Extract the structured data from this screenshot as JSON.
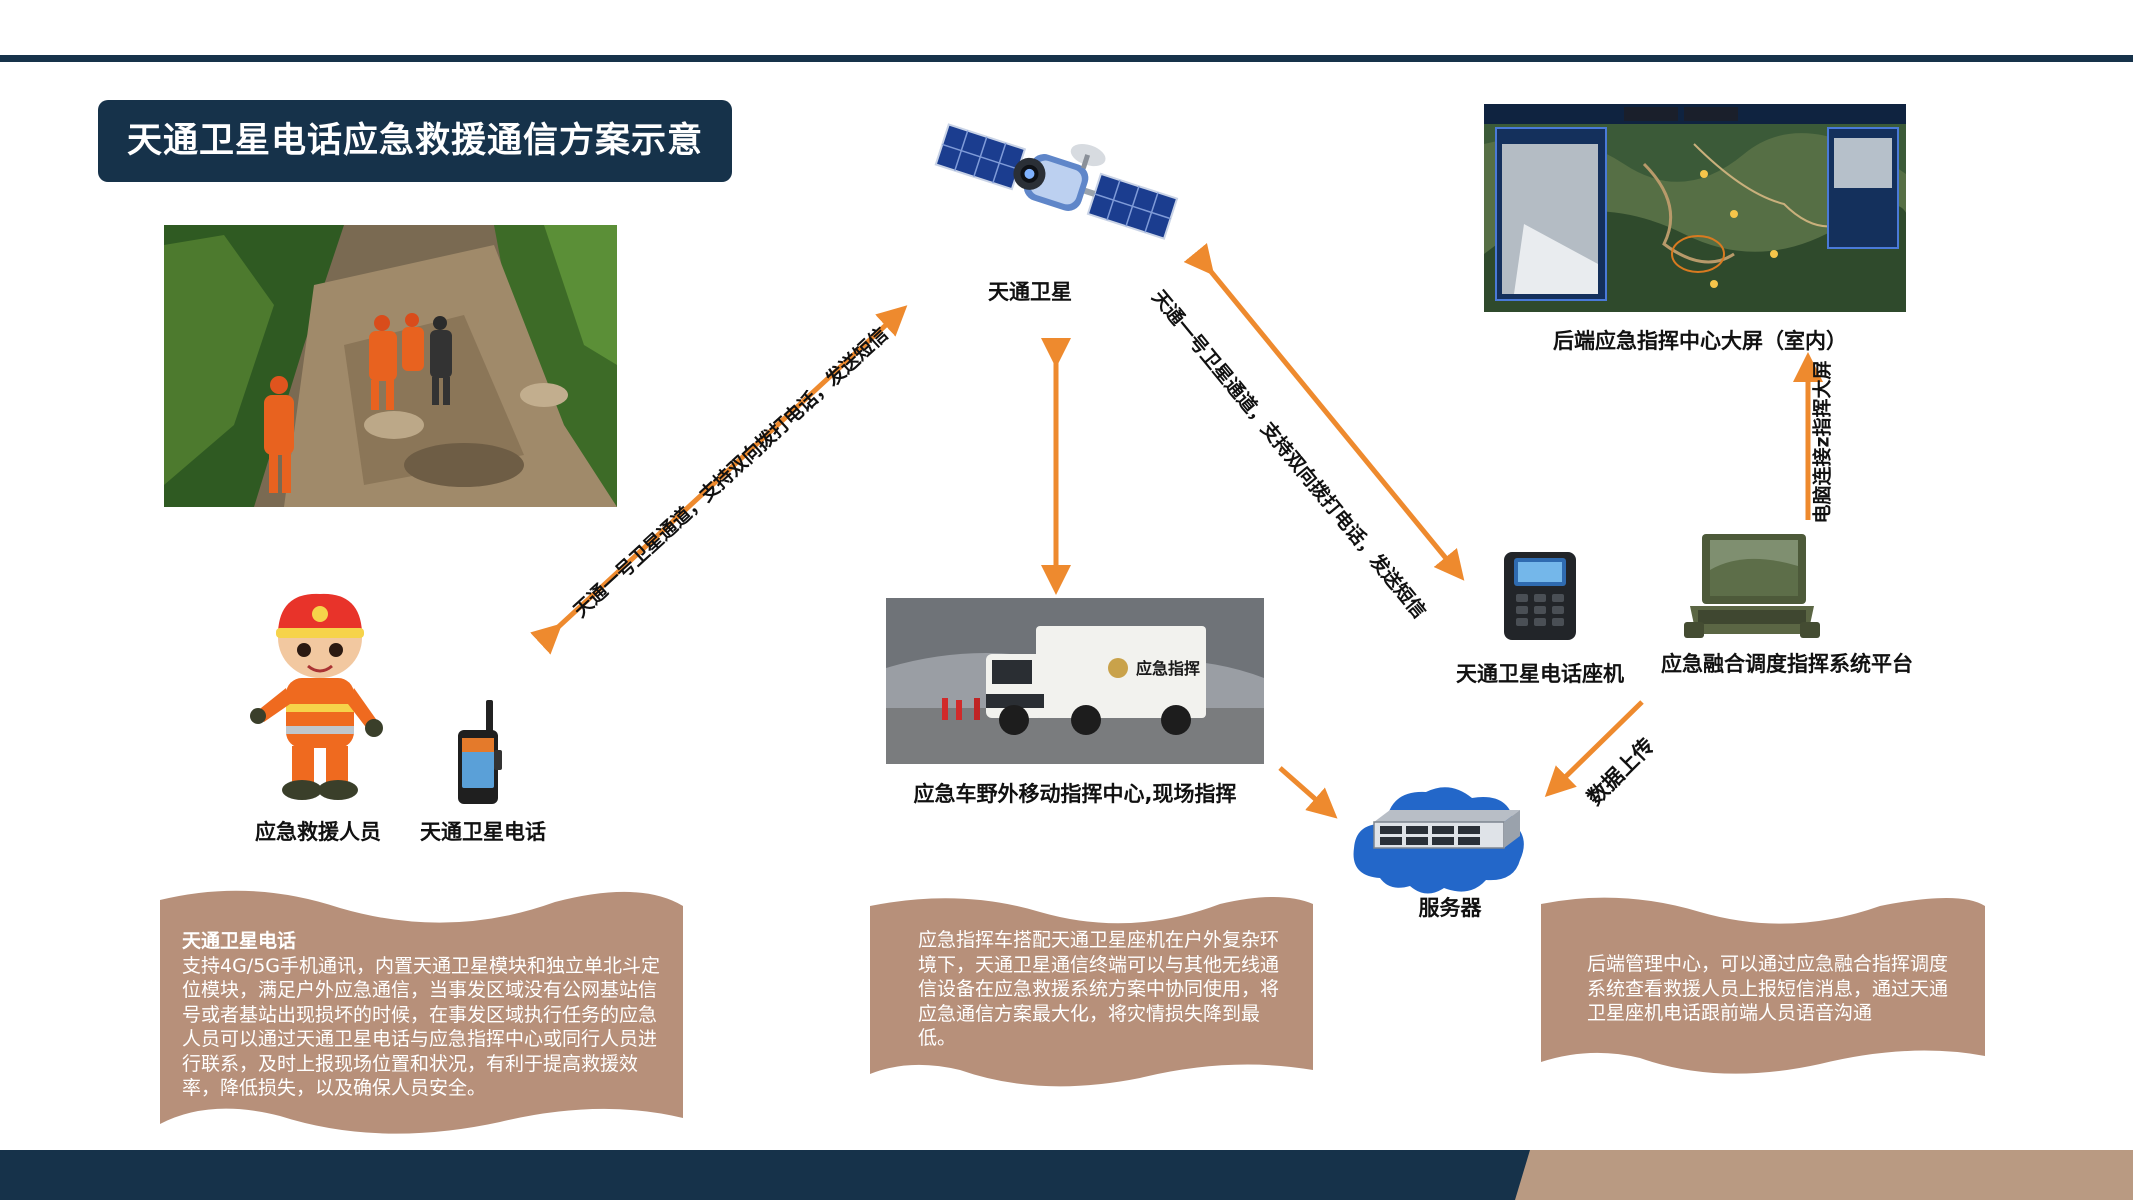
{
  "title": "天通卫星电话应急救援通信方案示意",
  "labels": {
    "satellite": "天通卫星",
    "command_screen": "后端应急指挥中心大屏（室内）",
    "rescuer": "应急救援人员",
    "sat_phone": "天通卫星电话",
    "vehicle": "应急车野外移动指挥中心,现场指挥",
    "desk_phone": "天通卫星电话座机",
    "platform": "应急融合调度指挥系统平台",
    "server": "服务器"
  },
  "arrow_text": {
    "left_link": "天通一号卫星通道，支持双向拨打电话，发送短信",
    "right_link": "天通一号卫星通道，支持双向拨打电话，发送短信",
    "screen_link": "电脑连接z指挥大屏",
    "upload": "数据上传"
  },
  "vehicle_sign": "应急指挥",
  "panels": {
    "left": {
      "heading": "天通卫星电话",
      "body": "支持4G/5G手机通讯，内置天通卫星模块和独立单北斗定位模块，满足户外应急通信，当事发区域没有公网基站信号或者基站出现损坏的时候，在事发区域执行任务的应急人员可以通过天通卫星电话与应急指挥中心或同行人员进行联系，及时上报现场位置和状况，有利于提高救援效率，降低损失，以及确保人员安全。"
    },
    "middle": {
      "body": "应急指挥车搭配天通卫星座机在户外复杂环境下，天通卫星通信终端可以与其他无线通信设备在应急救援系统方案中协同使用，将应急通信方案最大化，将灾情损失降到最低。"
    },
    "right": {
      "body": "后端管理中心，可以通过应急融合指挥调度系统查看救援人员上报短信消息，通过天通卫星座机电话跟前端人员语音沟通"
    }
  },
  "colors": {
    "navy": "#16324a",
    "arrow": "#ee8a2e",
    "panel": "#b7907a",
    "accent": "#b99a82",
    "cloud": "#2367c9"
  },
  "icons": [
    "satellite-icon",
    "rescuer-mascot-icon",
    "sat-phone-icon",
    "desk-phone-icon",
    "rugged-laptop-icon",
    "server-icon",
    "cloud-icon"
  ]
}
